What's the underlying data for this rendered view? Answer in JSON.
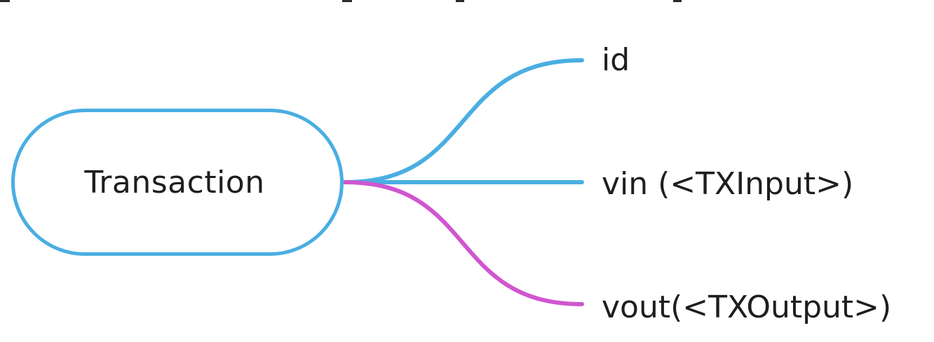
{
  "diagram": {
    "root": {
      "label": "Transaction"
    },
    "branches": [
      {
        "label": "id",
        "color": "#4aaee2"
      },
      {
        "label": "vin (<TXInput>)",
        "color": "#4aaee2"
      },
      {
        "label": "vout(<TXOutput>)",
        "color": "#d056cf"
      }
    ]
  },
  "colors": {
    "root_border": "#4aaee2",
    "text": "#1e1e1e",
    "background": "#ffffff"
  }
}
